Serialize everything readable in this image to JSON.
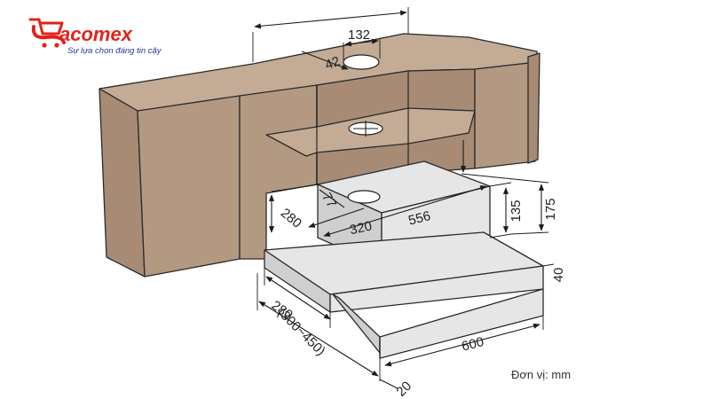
{
  "brand": {
    "name": "Sacomex",
    "wordmark": "acomex",
    "tagline": "Sự lựa chọn đáng tin cậy",
    "color_primary": "#e2231a",
    "color_secondary": "#1f3a93",
    "logo_icon": "shopping-cart-icon"
  },
  "dimensions": {
    "duct_hole_diameter": "132",
    "duct_hole_offset": "42",
    "hood_depth": "280",
    "hood_offset": "77",
    "hood_hole_center": "320",
    "hood_width": "556",
    "hood_body_height": "135",
    "hood_total_height": "175",
    "drawer_depth": "280",
    "drawer_extension": "(300~450)",
    "drawer_width": "600",
    "front_panel_height": "40",
    "front_panel_thickness": "20"
  },
  "unit_label": "Đơn vị: mm"
}
